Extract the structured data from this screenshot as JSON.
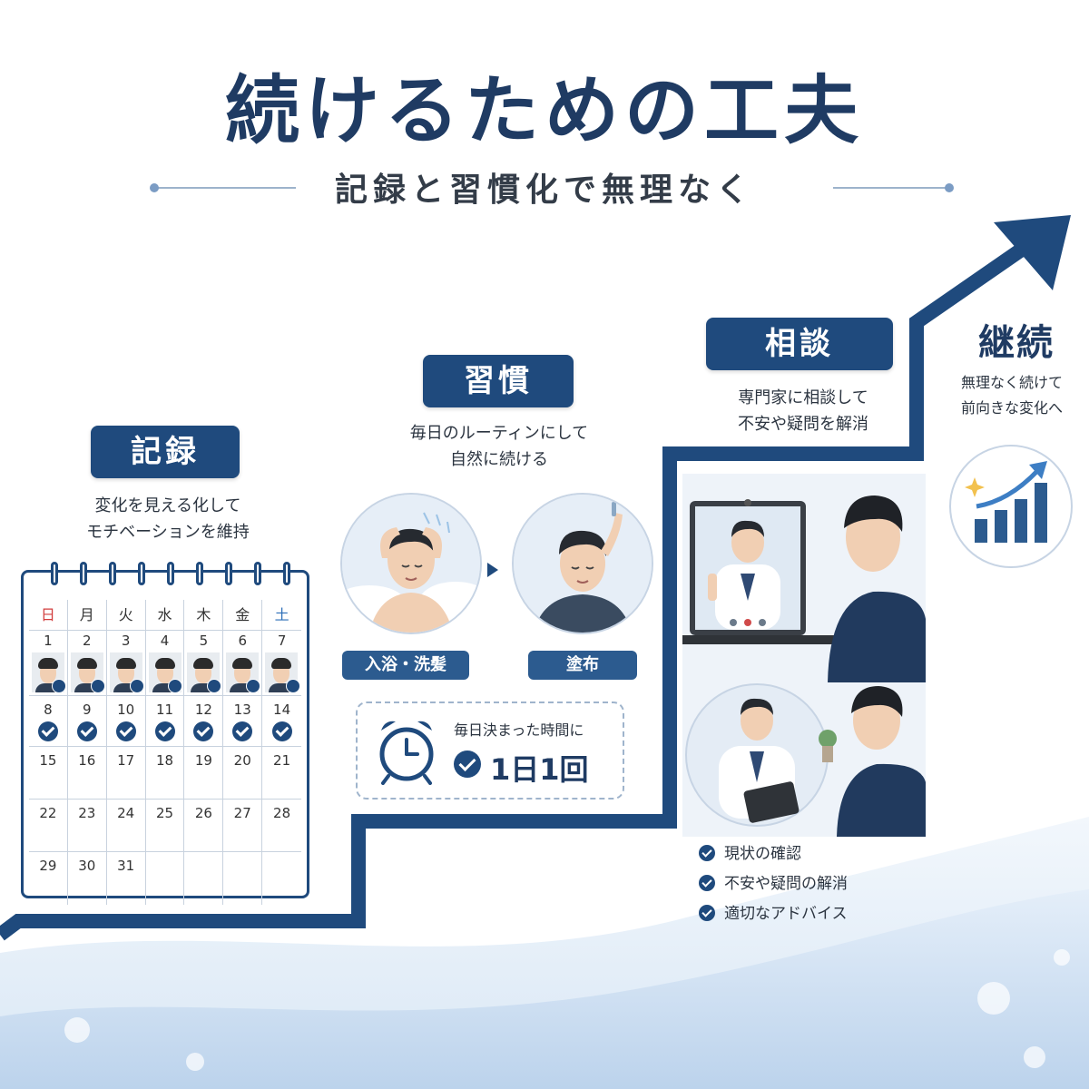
{
  "header": {
    "title": "続けるための工夫",
    "subtitle": "記録と習慣化で無理なく"
  },
  "steps": {
    "record": {
      "label": "記録",
      "desc_line1": "変化を見える化して",
      "desc_line2": "モチベーションを維持"
    },
    "habit": {
      "label": "習慣",
      "desc_line1": "毎日のルーティンにして",
      "desc_line2": "自然に続ける",
      "routine_1": "入浴・洗髪",
      "routine_2": "塗布",
      "box_caption": "毎日決まった時間に",
      "box_main": "1日1回"
    },
    "consult": {
      "label": "相談",
      "desc_line1": "専門家に相談して",
      "desc_line2": "不安や疑問を解消",
      "checklist": [
        "現状の確認",
        "不安や疑問の解消",
        "適切なアドバイス"
      ]
    },
    "continue": {
      "label": "継続",
      "desc_line1": "無理なく続けて",
      "desc_line2": "前向きな変化へ"
    }
  },
  "calendar": {
    "weekdays": [
      "日",
      "月",
      "火",
      "水",
      "木",
      "金",
      "土"
    ],
    "rows": [
      [
        "1",
        "2",
        "3",
        "4",
        "5",
        "6",
        "7"
      ],
      [
        "8",
        "9",
        "10",
        "11",
        "12",
        "13",
        "14"
      ],
      [
        "15",
        "16",
        "17",
        "18",
        "19",
        "20",
        "21"
      ],
      [
        "22",
        "23",
        "24",
        "25",
        "26",
        "27",
        "28"
      ],
      [
        "29",
        "30",
        "31",
        "",
        "",
        "",
        ""
      ]
    ],
    "week1_photos": 7,
    "week2_checks": 7
  },
  "colors": {
    "primary": "#1f4a7d",
    "sunday": "#d23c3c",
    "saturday": "#2d6fb8"
  }
}
